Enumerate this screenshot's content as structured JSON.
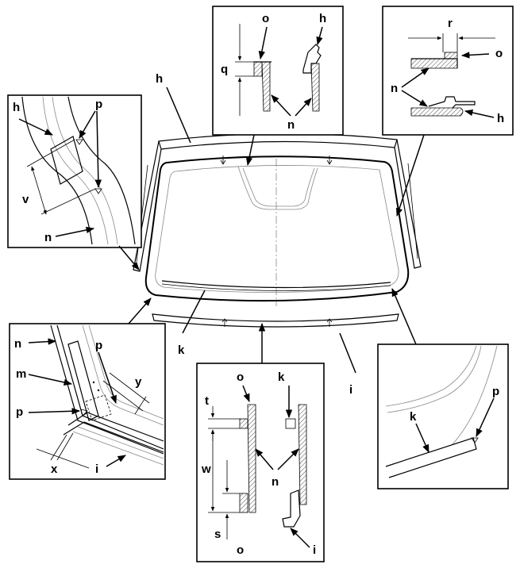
{
  "labels": {
    "h": "h",
    "i": "i",
    "k": "k",
    "m": "m",
    "n": "n",
    "o": "o",
    "p": "p",
    "q": "q",
    "r": "r",
    "s": "s",
    "t": "t",
    "v": "v",
    "w": "w",
    "x": "x",
    "y": "y"
  }
}
